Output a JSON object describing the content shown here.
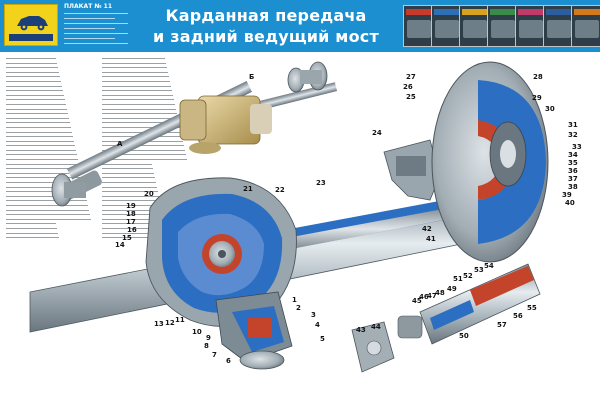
{
  "header": {
    "plakat_label": "ПЛАКАТ № 11",
    "title_line1": "Карданная передача",
    "title_line2": "и задний ведущий мост",
    "cover_colors": [
      "#c63a2c",
      "#2e6fb5",
      "#d9a21e",
      "#3a8b49",
      "#c23a6a",
      "#2c5d9c",
      "#d07a1c"
    ]
  },
  "colors": {
    "header_blue": "#1b8fd0",
    "metal": "#a9b4bc",
    "cutaway_blue": "#2b6ec2",
    "cutaway_red": "#c4442b",
    "badge_yellow": "#f2d21b"
  },
  "callouts": {
    "A": "A",
    "B": "Б",
    "n1": "1",
    "n2": "2",
    "n3": "3",
    "n4": "4",
    "n5": "5",
    "n6": "6",
    "n7": "7",
    "n8": "8",
    "n9": "9",
    "n10": "10",
    "n11": "11",
    "n12": "12",
    "n13": "13",
    "n14": "14",
    "n15": "15",
    "n16": "16",
    "n17": "17",
    "n18": "18",
    "n19": "19",
    "n20": "20",
    "n21": "21",
    "n22": "22",
    "n23": "23",
    "n24": "24",
    "n25": "25",
    "n26": "26",
    "n27": "27",
    "n28": "28",
    "n29": "29",
    "n30": "30",
    "n31": "31",
    "n32": "32",
    "n33": "33",
    "n34": "34",
    "n35": "35",
    "n36": "36",
    "n37": "37",
    "n38": "38",
    "n39": "39",
    "n40": "40",
    "n41": "41",
    "n42": "42",
    "n43": "43",
    "n44": "44",
    "n45": "45",
    "n46": "46",
    "n47": "47",
    "n48": "48",
    "n49": "49",
    "n50": "50",
    "n51": "51",
    "n52": "52",
    "n53": "53",
    "n54": "54",
    "n55": "55",
    "n56": "56",
    "n57": "57"
  }
}
